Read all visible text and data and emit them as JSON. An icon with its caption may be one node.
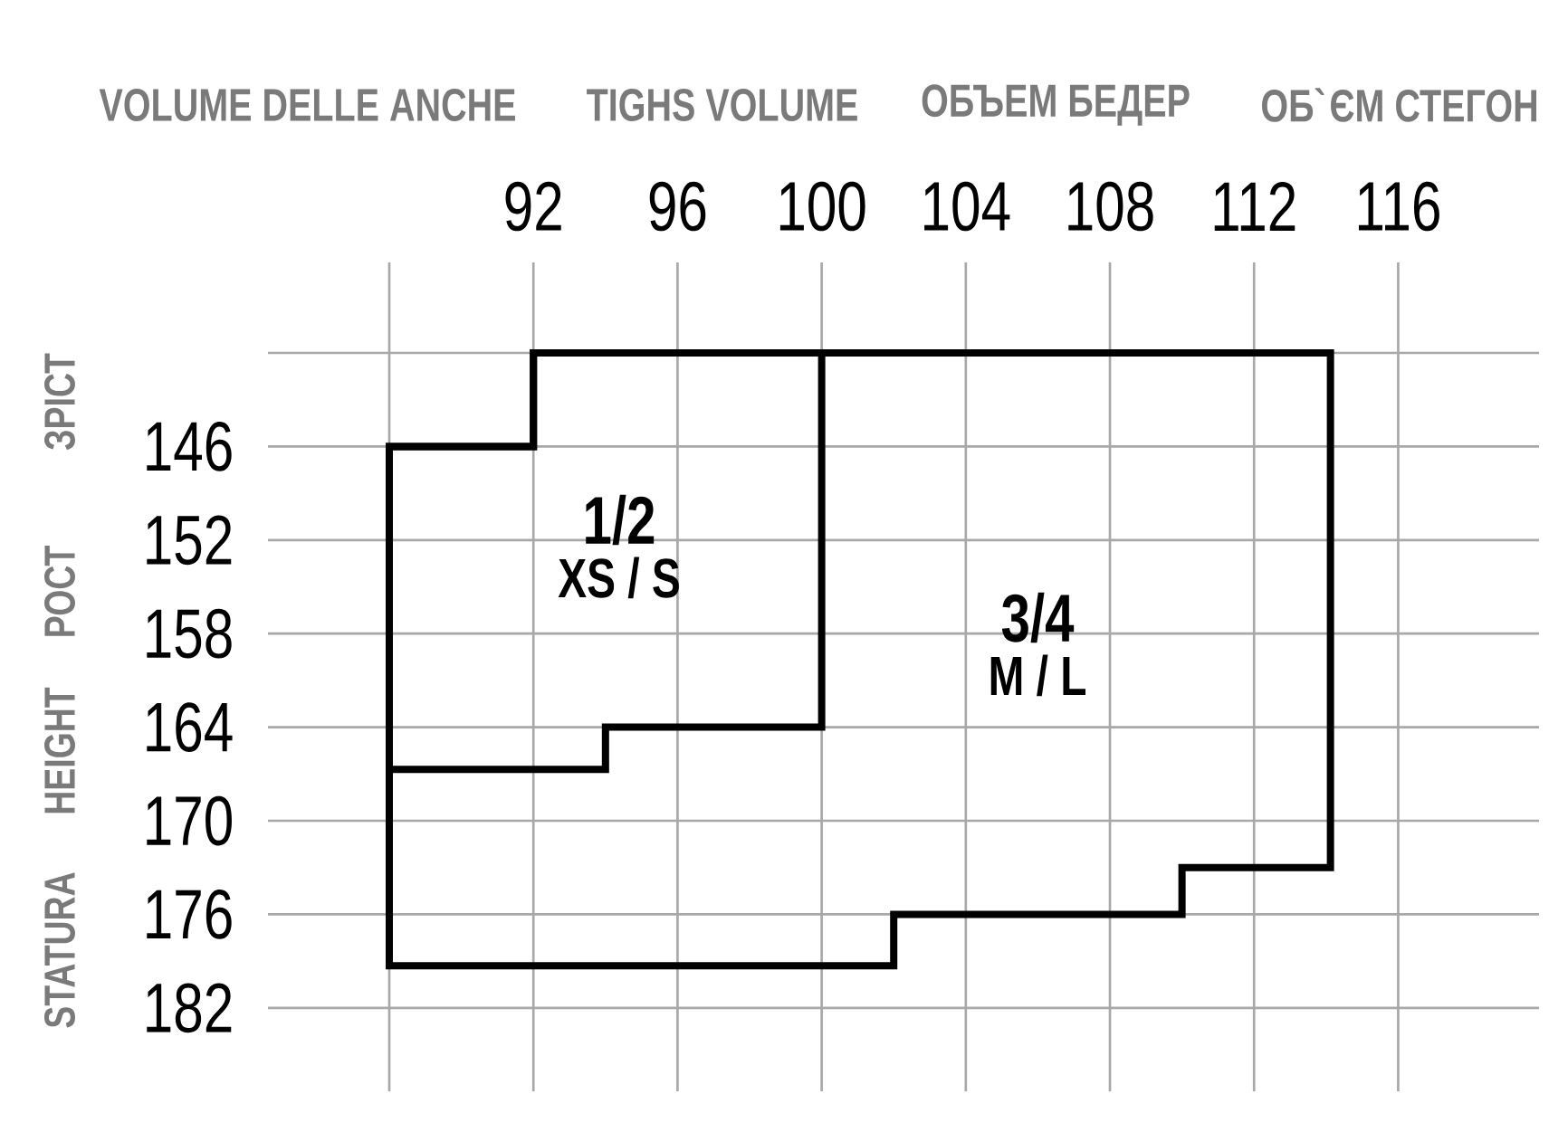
{
  "diagram": {
    "nodes": [
      {
        "text": [
          "1/2",
          "XS / S"
        ],
        "in": 1
      },
      {
        "text": [
          "3/4",
          "M / L"
        ]
      }
    ],
    "edges": [],
    "labels": [
      "VOLUME DELLE ANCHE",
      "TIGHS VOLUME",
      "ОБЪЕМ БЕДЕР",
      "ОБ`ЄМ СТЕГОН",
      "92",
      "96",
      "100",
      "104",
      "108",
      "112",
      "116",
      "ЗРІСТ",
      "РОСТ",
      "HEIGHT",
      "STATURA",
      "146",
      "152",
      "158",
      "164",
      "170",
      "176",
      "182"
    ]
  }
}
